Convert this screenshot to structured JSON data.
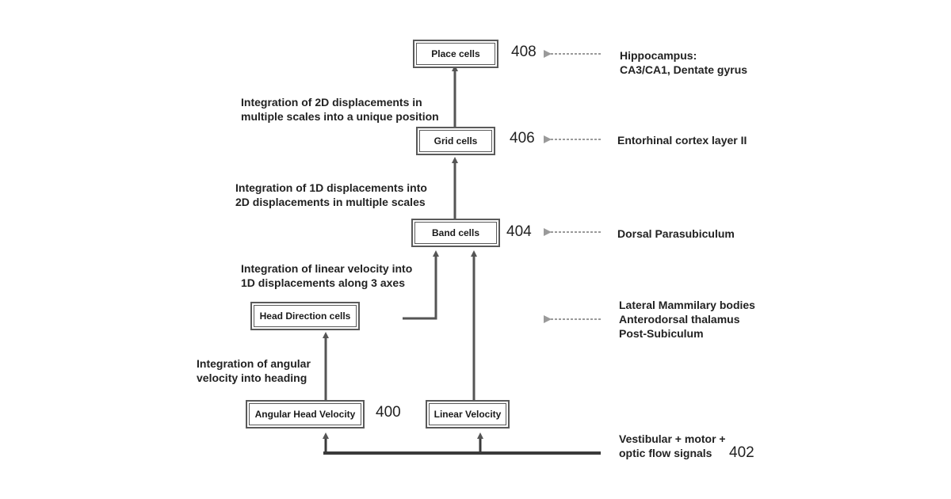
{
  "diagram": {
    "boxes": {
      "place_cells": "Place cells",
      "grid_cells": "Grid cells",
      "band_cells": "Band cells",
      "head_direction_cells": "Head Direction cells",
      "angular_head_velocity": "Angular Head Velocity",
      "linear_velocity": "Linear Velocity"
    },
    "reference_numbers": {
      "place_cells": "408",
      "grid_cells": "406",
      "band_cells": "404",
      "angular_head_velocity": "400",
      "input_signals": "402"
    },
    "integration_notes": {
      "grid_to_place": [
        "Integration of 2D displacements in",
        "multiple scales into a unique position"
      ],
      "band_to_grid": [
        "Integration of 1D displacements into",
        "2D displacements in multiple scales"
      ],
      "velocity_to_band": [
        "Integration of linear velocity into",
        "1D displacements along 3 axes"
      ],
      "angular_to_heading": [
        "Integration of angular",
        "velocity into heading"
      ]
    },
    "brain_regions": {
      "place_cells": [
        "Hippocampus:",
        "CA3/CA1, Dentate gyrus"
      ],
      "grid_cells": [
        "Entorhinal cortex layer II"
      ],
      "band_cells": [
        "Dorsal Parasubiculum"
      ],
      "head_direction_cells": [
        "Lateral Mammilary bodies",
        "Anterodorsal thalamus",
        "Post-Subiculum"
      ]
    },
    "input_signals": [
      "Vestibular + motor +",
      "optic flow signals"
    ]
  }
}
